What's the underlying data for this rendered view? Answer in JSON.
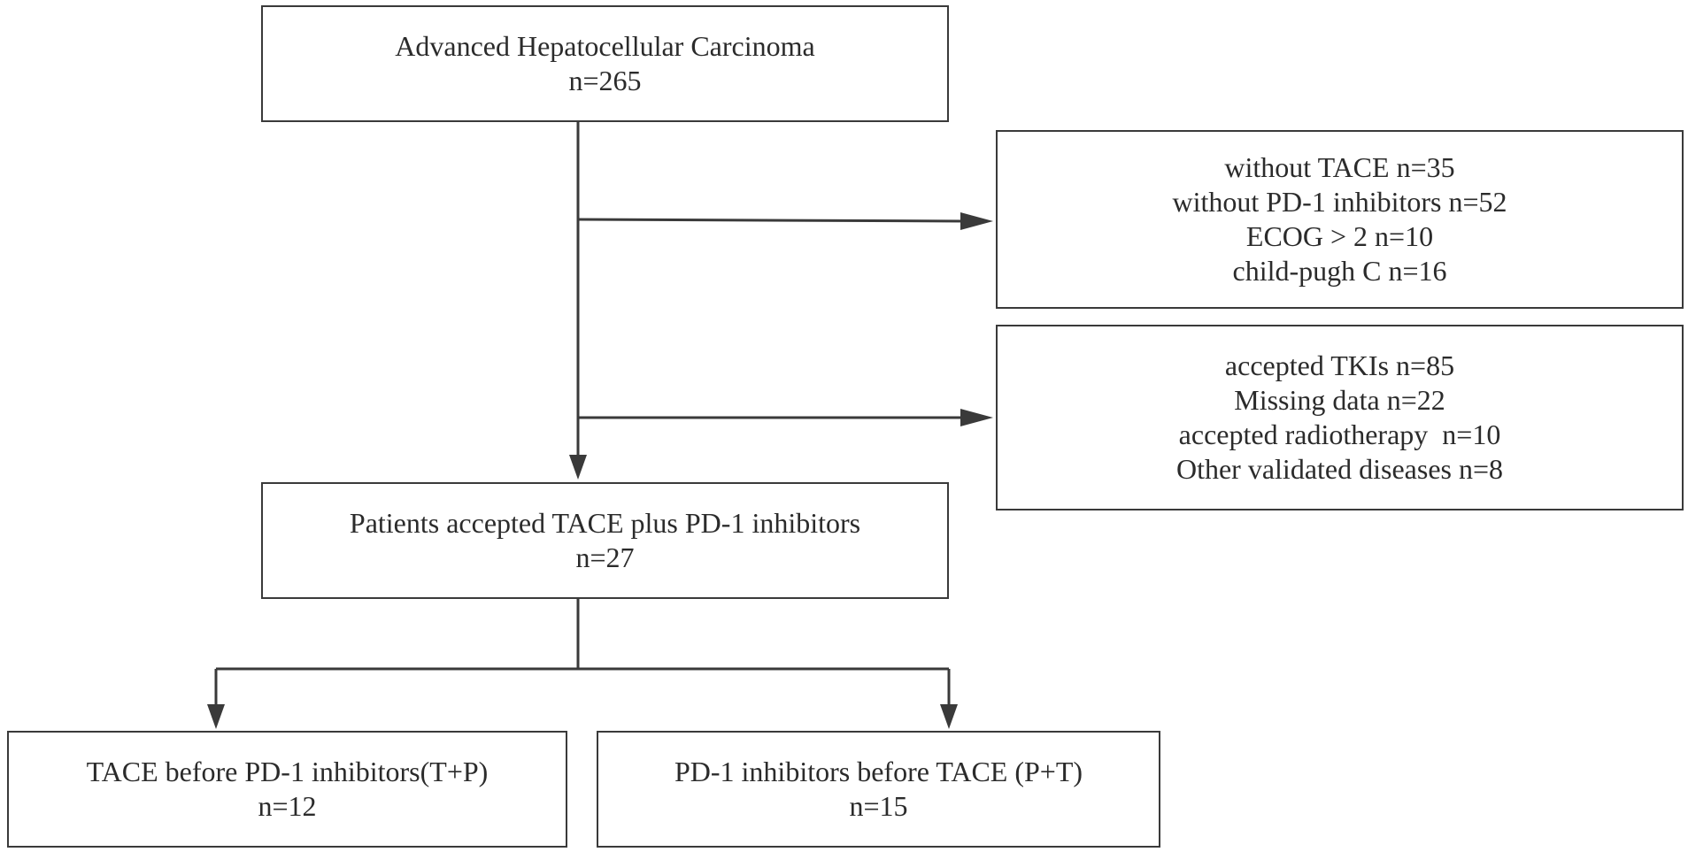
{
  "flowchart": {
    "top_box": {
      "title": "Advanced Hepatocellular Carcinoma",
      "count": "n=265"
    },
    "exclusion_box_1": {
      "lines": [
        "without TACE n=35",
        "without PD-1 inhibitors n=52",
        "ECOG > 2 n=10",
        "child-pugh C n=16"
      ]
    },
    "exclusion_box_2": {
      "lines": [
        "accepted TKIs n=85",
        "Missing data n=22",
        "accepted radiotherapy  n=10",
        "Other validated diseases n=8"
      ]
    },
    "middle_box": {
      "title": "Patients accepted TACE plus PD-1 inhibitors",
      "count": "n=27"
    },
    "left_box": {
      "title": "TACE before PD-1 inhibitors(T+P)",
      "count": "n=12"
    },
    "right_box": {
      "title": "PD-1 inhibitors before TACE (P+T)",
      "count": "n=15"
    },
    "colors": {
      "line": "#3a3a3a",
      "text": "#2b2b2b",
      "background": "#ffffff"
    }
  }
}
